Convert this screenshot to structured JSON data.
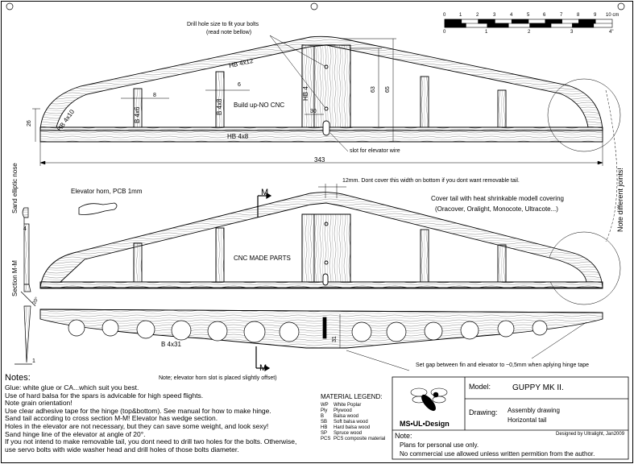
{
  "top_view": {
    "drill_note": "Drill hole size to fit your bolts",
    "drill_note_sub": "(read note bellow)",
    "hb_4x12": "HB 4x12",
    "hb_4x10": "HB 4x10",
    "b_4x6": "B 4x6",
    "b_4x8": "B 4x8",
    "hb_4": "HB 4",
    "hb_4x8": "HB 4x8",
    "build_up": "Build up-NO CNC",
    "dim_8": "8",
    "dim_6": "6",
    "dim_30": "30",
    "dim_63": "63",
    "dim_65": "65",
    "dim_26": "26",
    "dim_343": "343",
    "slot_note": "slot for elevator wire"
  },
  "scale_bar": {
    "cm_labels": [
      "1",
      "2",
      "3",
      "4",
      "5",
      "6",
      "7",
      "8",
      "9",
      "10 cm"
    ],
    "zero_cm": "0",
    "inch_labels": [
      "0",
      "1",
      "2",
      "3",
      "4\""
    ]
  },
  "bottom_view": {
    "cover_note_12mm": "12mm.  Dont cover this width on bottom if you dont want removable tail.",
    "cover_note_1": "Cover tail with heat shrinkable modell covering",
    "cover_note_2": "(Oracover, Oralight, Monocote, Ultracote...)",
    "elevator_horn": "Elevator horn, PCB 1mm",
    "section_label": "M",
    "cnc_parts": "CNC MADE PARTS",
    "b_4x31": "B 4x31",
    "dim_31": "31",
    "dim_4": "4",
    "dim_20deg": "20°",
    "dim_1": "1",
    "sand_elliptic": "Sand elliptic nose",
    "section_mm": "Section M-M",
    "horn_note": "Note; elevator horn slot is placed slightly offset)",
    "gap_note": "Set gap between fin and elevator to ~0,5mm when aplying hinge tape",
    "joints_note": "Note different joints!"
  },
  "notes": {
    "title": "Notes:",
    "lines": [
      "Glue: white glue or CA...which suit you best.",
      "Use of hard balsa for the spars is advicable for high speed flights.",
      "Note grain orientation!",
      "Use clear adhesive tape for the hinge (top&bottom). See manual for how to make hinge.",
      "Sand tail according to cross section M-M! Elevator has wedge section.",
      "Holes in the elevator are not necessary, but they can save some weight, and look sexy!",
      "Sand hinge line of the elevator at angle of 20°.",
      "If you not intend to make removable tail, you dont need to drill two holes for the bolts. Otherwise,",
      "use servo bolts with wide washer head and drill holes of those bolts diameter."
    ]
  },
  "material_legend": {
    "title": "MATERIAL LEGEND:",
    "items": [
      {
        "code": "WP",
        "desc": "White Poplar"
      },
      {
        "code": "Ply",
        "desc": "Plywood"
      },
      {
        "code": "B",
        "desc": "Balsa wood"
      },
      {
        "code": "SB",
        "desc": "Soft balsa wood"
      },
      {
        "code": "HB",
        "desc": "Hard balsa wood"
      },
      {
        "code": "SP",
        "desc": "Spruce wood"
      },
      {
        "code": "PCS",
        "desc": "PCS composite material"
      }
    ]
  },
  "title_block": {
    "logo_text": "MS•UL•Design",
    "model_label": "Model:",
    "model_value": "GUPPY MK II.",
    "drawing_label": "Drawing:",
    "drawing_value_1": "Assembly drawing",
    "drawing_value_2": "Horizontal tail",
    "designed_by": "Designed by Ultralight, Jan2009",
    "note_label": "Note:",
    "note_1": "Plans for personal use only.",
    "note_2": "No commercial use allowed unless written permition from the author."
  }
}
